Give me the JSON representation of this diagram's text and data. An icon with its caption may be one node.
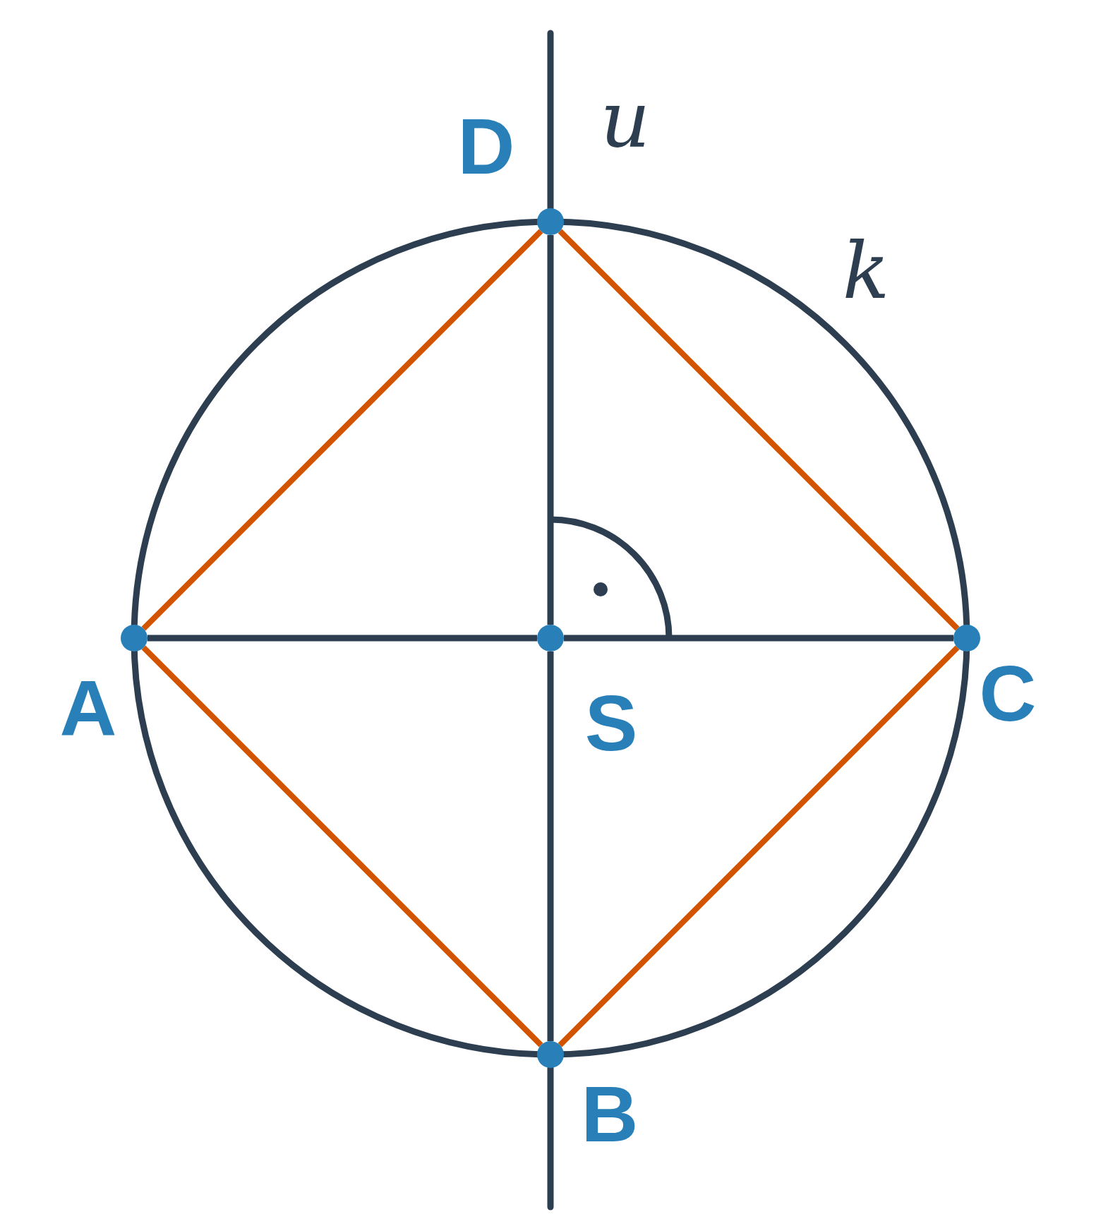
{
  "diagram": {
    "nodes": [
      {
        "text": [],
        "shape": "circle",
        "beside": [
          "D"
        ]
      },
      {
        "text": [],
        "shape": "circle",
        "beside": [
          "A"
        ]
      },
      {
        "text": [],
        "shape": "circle",
        "beside": [
          "S"
        ]
      },
      {
        "text": [],
        "shape": "circle",
        "beside": [
          "C"
        ]
      },
      {
        "text": [],
        "shape": "circle",
        "beside": [
          "B"
        ]
      }
    ],
    "edges": [
      {
        "from": 1,
        "to": 0,
        "arrow": "none"
      },
      {
        "from": 0,
        "to": 3,
        "arrow": "none"
      },
      {
        "from": 3,
        "to": 4,
        "arrow": "none"
      },
      {
        "from": 4,
        "to": 1,
        "arrow": "none"
      },
      {
        "from": 1,
        "to": 2,
        "arrow": "none",
        "color": "#2c3e50"
      },
      {
        "from": 2,
        "to": 3,
        "arrow": "none",
        "color": "#2c3e50"
      },
      {
        "from": 0,
        "to": 2,
        "arrow": "none",
        "color": "#2c3e50"
      },
      {
        "from": 2,
        "to": 4,
        "arrow": "none",
        "color": "#2c3e50"
      }
    ],
    "labels": [
      "u",
      "k"
    ]
  }
}
